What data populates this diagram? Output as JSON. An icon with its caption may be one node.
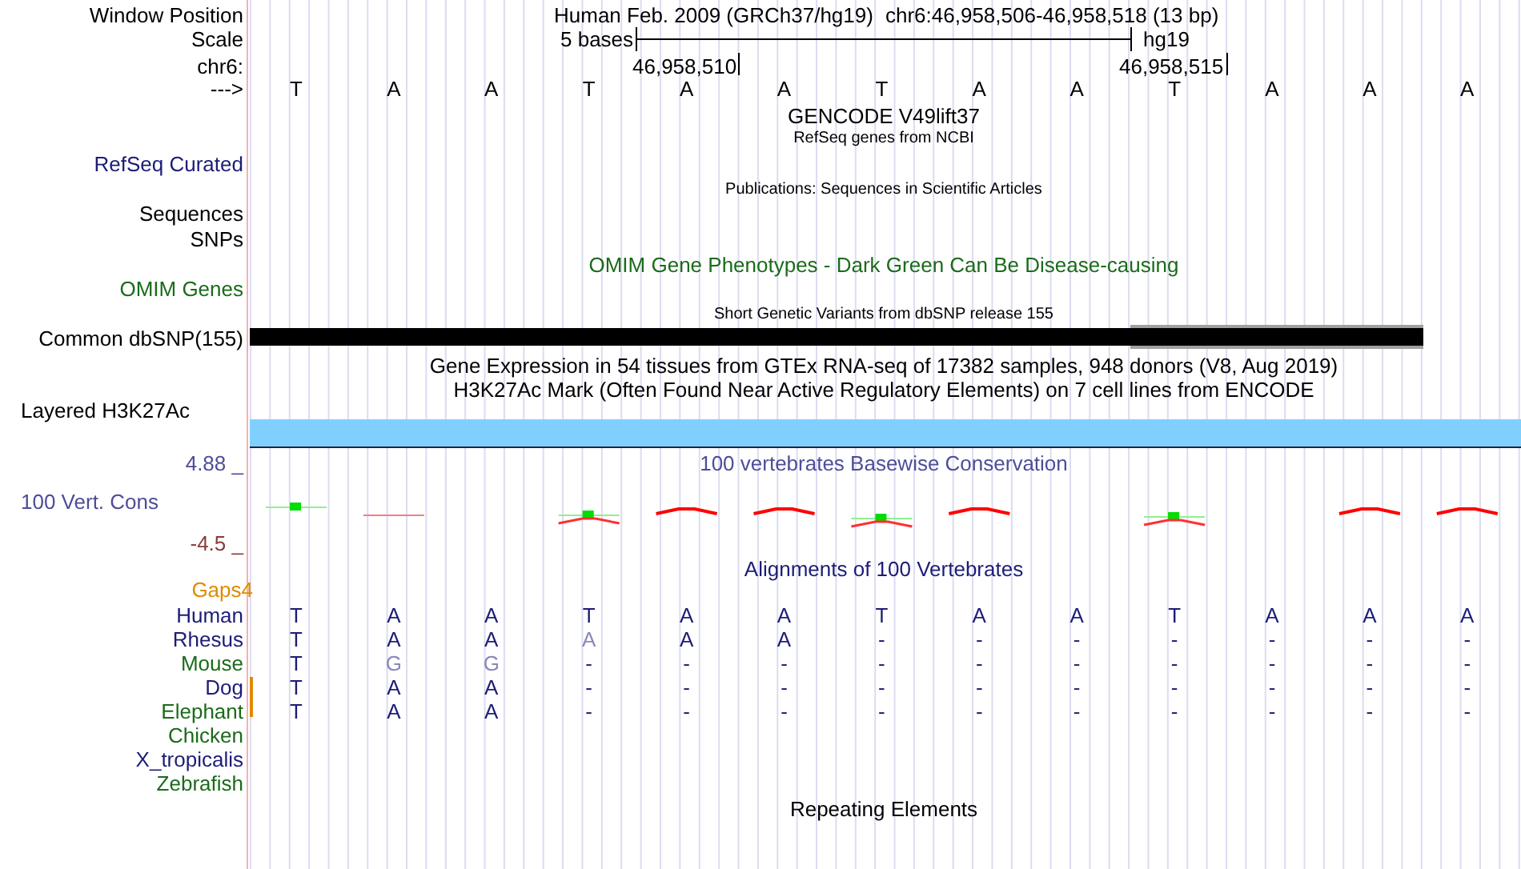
{
  "diagram": {
    "nodes": [
      {
        "text": [],
        "shape": "bar"
      },
      {
        "text": [],
        "shape": "bar"
      }
    ],
    "labels": [
      "Window Position",
      "Human Feb. 2009 (GRCh37/hg19)",
      "chr6:46,958,506-46,958,518 (13 bp)",
      "Scale",
      "5 bases",
      "hg19",
      "chr6:",
      "46,958,510",
      "46,958,515",
      "--->",
      "T",
      "A",
      "A",
      "T",
      "A",
      "A",
      "T",
      "A",
      "A",
      "T",
      "A",
      "A",
      "A",
      "GENCODE V49lift37",
      "RefSeq genes from NCBI",
      "RefSeq Curated",
      "Publications: Sequences in Scientific Articles",
      "Sequences",
      "SNPs",
      "OMIM Gene Phenotypes - Dark Green Can Be Disease-causing",
      "OMIM Genes",
      "Short Genetic Variants from dbSNP release 155",
      "Common dbSNP(155)",
      "Gene Expression in 54 tissues from GTEx RNA-seq of 17382 samples, 948 donors (V8, Aug 2019)",
      "H3K27Ac Mark (Often Found Near Active Regulatory Elements) on 7 cell lines from ENCODE",
      "Layered H3K27Ac",
      "4.88 _",
      "100 vertebrates Basewise Conservation",
      "100 Vert. Cons",
      "-4.5 _",
      "Alignments of 100 Vertebrates",
      "Gaps4",
      "Human",
      "T",
      "A",
      "A",
      "T",
      "A",
      "A",
      "T",
      "A",
      "A",
      "T",
      "A",
      "A",
      "A",
      "Rhesus",
      "T",
      "A",
      "A",
      "A",
      "A",
      "A",
      "-",
      "-",
      "-",
      "-",
      "-",
      "-",
      "-",
      "Mouse",
      "T",
      "G",
      "G",
      "-",
      "-",
      "-",
      "-",
      "-",
      "-",
      "-",
      "-",
      "-",
      "-",
      "Dog",
      "T",
      "A",
      "A",
      "-",
      "-",
      "-",
      "-",
      "-",
      "-",
      "-",
      "-",
      "-",
      "-",
      "Elephant",
      "T",
      "A",
      "A",
      "-",
      "-",
      "-",
      "-",
      "-",
      "-",
      "-",
      "-",
      "-",
      "-",
      "Chicken",
      "X_tropicalis",
      "Zebrafish",
      "Repeating Elements"
    ]
  }
}
